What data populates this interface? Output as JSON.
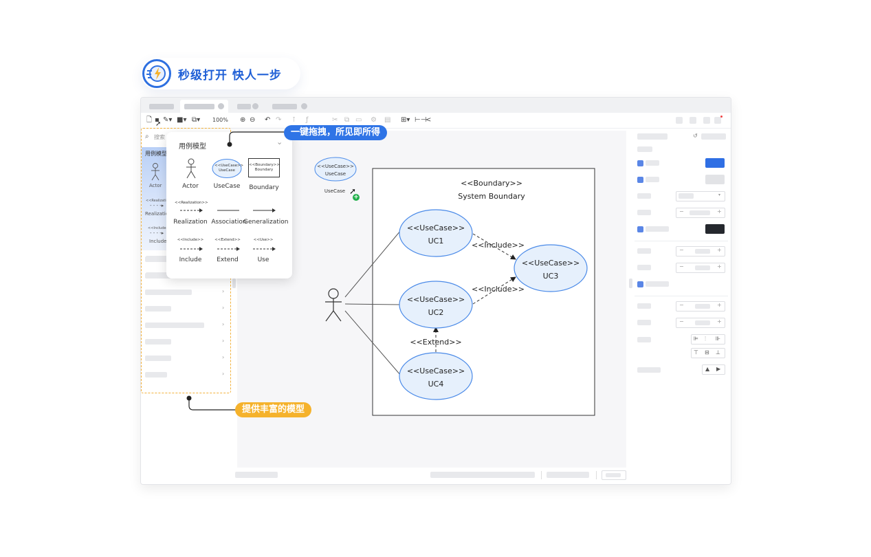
{
  "header": {
    "title": "秒级打开  快人一步"
  },
  "toolbar": {
    "zoom": "100%",
    "undo_icon": "undo-icon",
    "redo_icon": "redo-icon"
  },
  "left_panel": {
    "search_placeholder": "搜索",
    "category": "用例模型",
    "items": [
      {
        "label": "Actor"
      },
      {
        "label": "Realization"
      },
      {
        "label": "Include"
      }
    ]
  },
  "popup": {
    "title": "用例模型",
    "items": [
      {
        "label": "Actor"
      },
      {
        "label": "UseCase",
        "inner": "<<UseCase>>",
        "inner2": "UseCase"
      },
      {
        "label": "Boundary",
        "inner": "<<Boundary>>",
        "inner2": "Boundary"
      },
      {
        "label": "Realization",
        "stereo": "<<Realization>>"
      },
      {
        "label": "Association"
      },
      {
        "label": "Generalization"
      },
      {
        "label": "Include",
        "stereo": "<<Include>>"
      },
      {
        "label": "Extend",
        "stereo": "<<Extend>>"
      },
      {
        "label": "Use",
        "stereo": "<<Use>>"
      }
    ]
  },
  "callouts": {
    "drag": "一键拖拽，所见即所得",
    "models": "提供丰富的模型"
  },
  "drag_preview": {
    "stereo": "<<UseCase>>",
    "name": "UseCase",
    "caption": "UseCase"
  },
  "diagram": {
    "boundary": {
      "stereo": "<<Boundary>>",
      "name": "System Boundary"
    },
    "usecases": [
      {
        "id": "UC1",
        "stereo": "<<UseCase>>",
        "name": "UC1"
      },
      {
        "id": "UC2",
        "stereo": "<<UseCase>>",
        "name": "UC2"
      },
      {
        "id": "UC3",
        "stereo": "<<UseCase>>",
        "name": "UC3"
      },
      {
        "id": "UC4",
        "stereo": "<<UseCase>>",
        "name": "UC4"
      }
    ],
    "relations": [
      {
        "label": "<<Include>>"
      },
      {
        "label": "<<Include>>"
      },
      {
        "label": "<<Extend>>"
      }
    ]
  },
  "colors": {
    "accent": "#2d6fe0",
    "usecase_fill": "#e6f0fc",
    "usecase_stroke": "#4a8ae8",
    "callout_blue": "#2f74e6",
    "callout_orange": "#f5b22c",
    "fill_swatch": "#2f6fe4",
    "line_swatch": "#25282e"
  }
}
